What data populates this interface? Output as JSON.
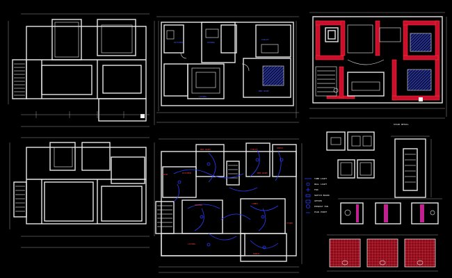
{
  "colors": {
    "background": "#000000",
    "wall": "#e8e8e8",
    "wall_fill_red": "#c8102e",
    "wiring_blue": "#2b3cff",
    "hatch_blue": "#4466ff",
    "sanitary_magenta": "#c02090",
    "label_red": "#ff4040"
  },
  "labels": {
    "stair_detail": "STAIR DETAIL"
  },
  "legend": {
    "items": [
      "TUBE LIGHT",
      "WALL LIGHT",
      "FAN",
      "SWITCH BOARD",
      "GEYSER",
      "EXHAUST FAN",
      "PLUG POINT"
    ]
  }
}
